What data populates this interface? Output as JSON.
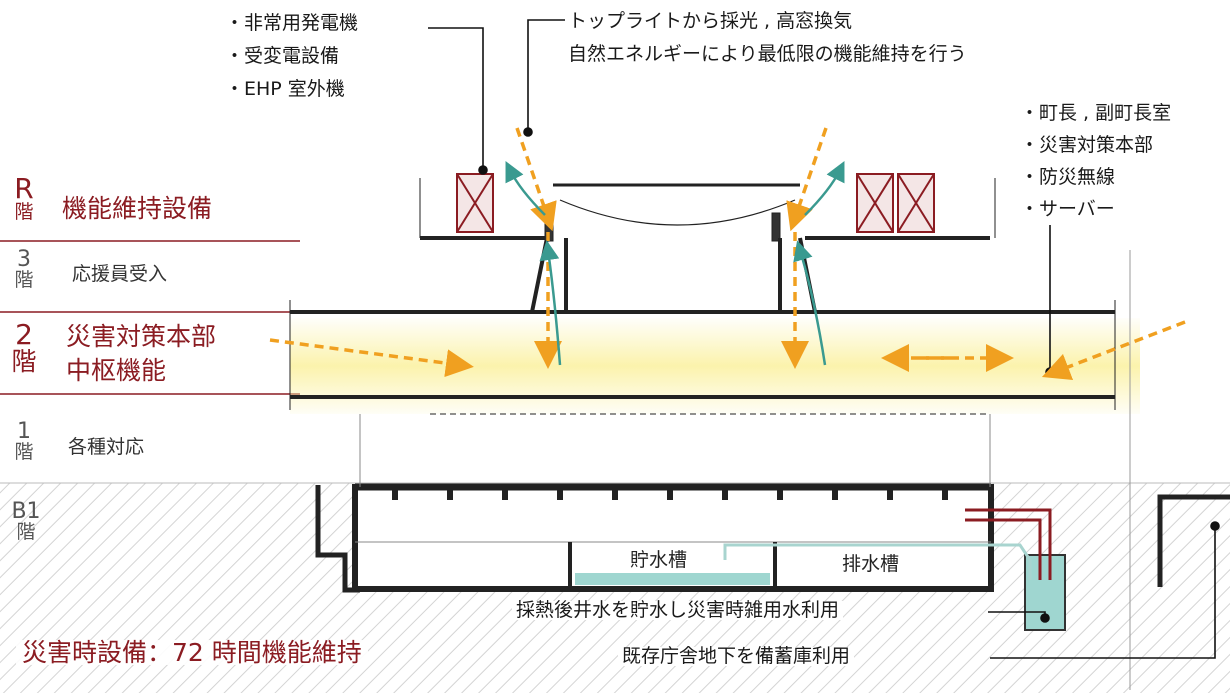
{
  "notes": {
    "top_left": [
      "・非常用発電機",
      "・受変電設備",
      "・EHP 室外機"
    ],
    "top_center": [
      "トップライトから採光 , 高窓換気",
      "自然エネルギーにより最低限の機能維持を行う"
    ],
    "right": [
      "・町長 , 副町長室",
      "・災害対策本部",
      "・防災無線",
      "・サーバー"
    ]
  },
  "floors": {
    "R": {
      "floor": "R",
      "kai": "階",
      "function": "機能維持設備"
    },
    "F3": {
      "floor": "3",
      "kai": "階",
      "function": "応援員受入"
    },
    "F2": {
      "floor": "2",
      "kai": "階",
      "function_1": "災害対策本部",
      "function_2": "中枢機能"
    },
    "F1": {
      "floor": "1",
      "kai": "階",
      "function": "各種対応"
    },
    "B1": {
      "floor": "B1",
      "kai": "階"
    }
  },
  "tanks": {
    "storage": "貯水槽",
    "drain": "排水槽"
  },
  "bottom_notes": {
    "well_water": "採熱後井水を貯水し災害時雑用水利用",
    "storage_use": "既存庁舎地下を備蓄庫利用"
  },
  "footer": "災害時設備：72 時間機能維持",
  "colors": {
    "accent_red": "#8b1c22",
    "airflow_orange": "#f0a020",
    "airflow_teal": "#3a9a90",
    "highlight_yellow": "#fbf2a8",
    "water": "#9fd6d0"
  }
}
